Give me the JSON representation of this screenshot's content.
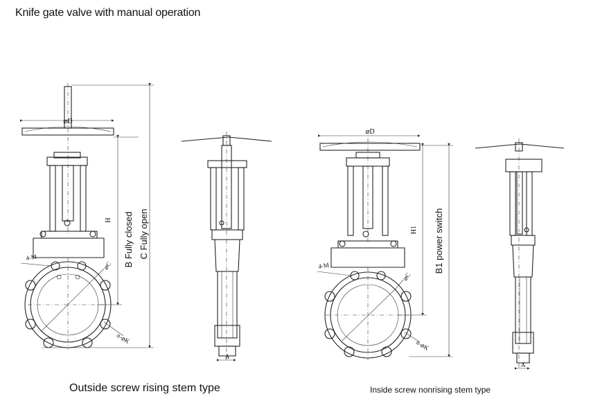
{
  "title": "Knife gate valve with manual operation",
  "captions": {
    "left": "Outside screw rising stem type",
    "right": "Inside screw nonrising stem type"
  },
  "labels": {
    "d1": "⌀D",
    "d2": "⌀D",
    "h": "H",
    "h1": "H1",
    "b": "B Fully closed",
    "c": "C Fully open",
    "b1": "B1 power switch",
    "a1": "A",
    "a2": "A",
    "m1": "4-M",
    "m2": "4-M",
    "c1": "⌀C",
    "c2": "⌀C",
    "k1": "n-⌀K",
    "k2": "n-⌀K"
  }
}
